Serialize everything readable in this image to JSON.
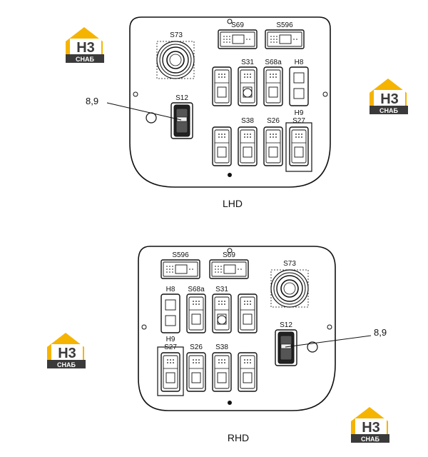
{
  "diagrams": [
    {
      "caption": "LHD",
      "callout": "8,9",
      "labels": {
        "s69": "S69",
        "s596": "S596",
        "s73": "S73",
        "s31": "S31",
        "s68a": "S68a",
        "h8": "H8",
        "s12": "S12",
        "s38": "S38",
        "s26": "S26",
        "h9": "H9",
        "s27": "S27"
      }
    },
    {
      "caption": "RHD",
      "callout": "8,9",
      "labels": {
        "s596": "S596",
        "s69": "S69",
        "s73": "S73",
        "h8": "H8",
        "s68a": "S68a",
        "s31": "S31",
        "s12": "S12",
        "h9": "H9",
        "s27": "S27",
        "s26": "S26",
        "s38": "S38"
      }
    }
  ],
  "watermark": {
    "top": "H3",
    "bottom": "СНАБ"
  },
  "colors": {
    "line": "#111111",
    "panel_fill": "#ffffff",
    "logo_yellow": "#f5b400",
    "logo_dark": "#3a3a3a"
  }
}
